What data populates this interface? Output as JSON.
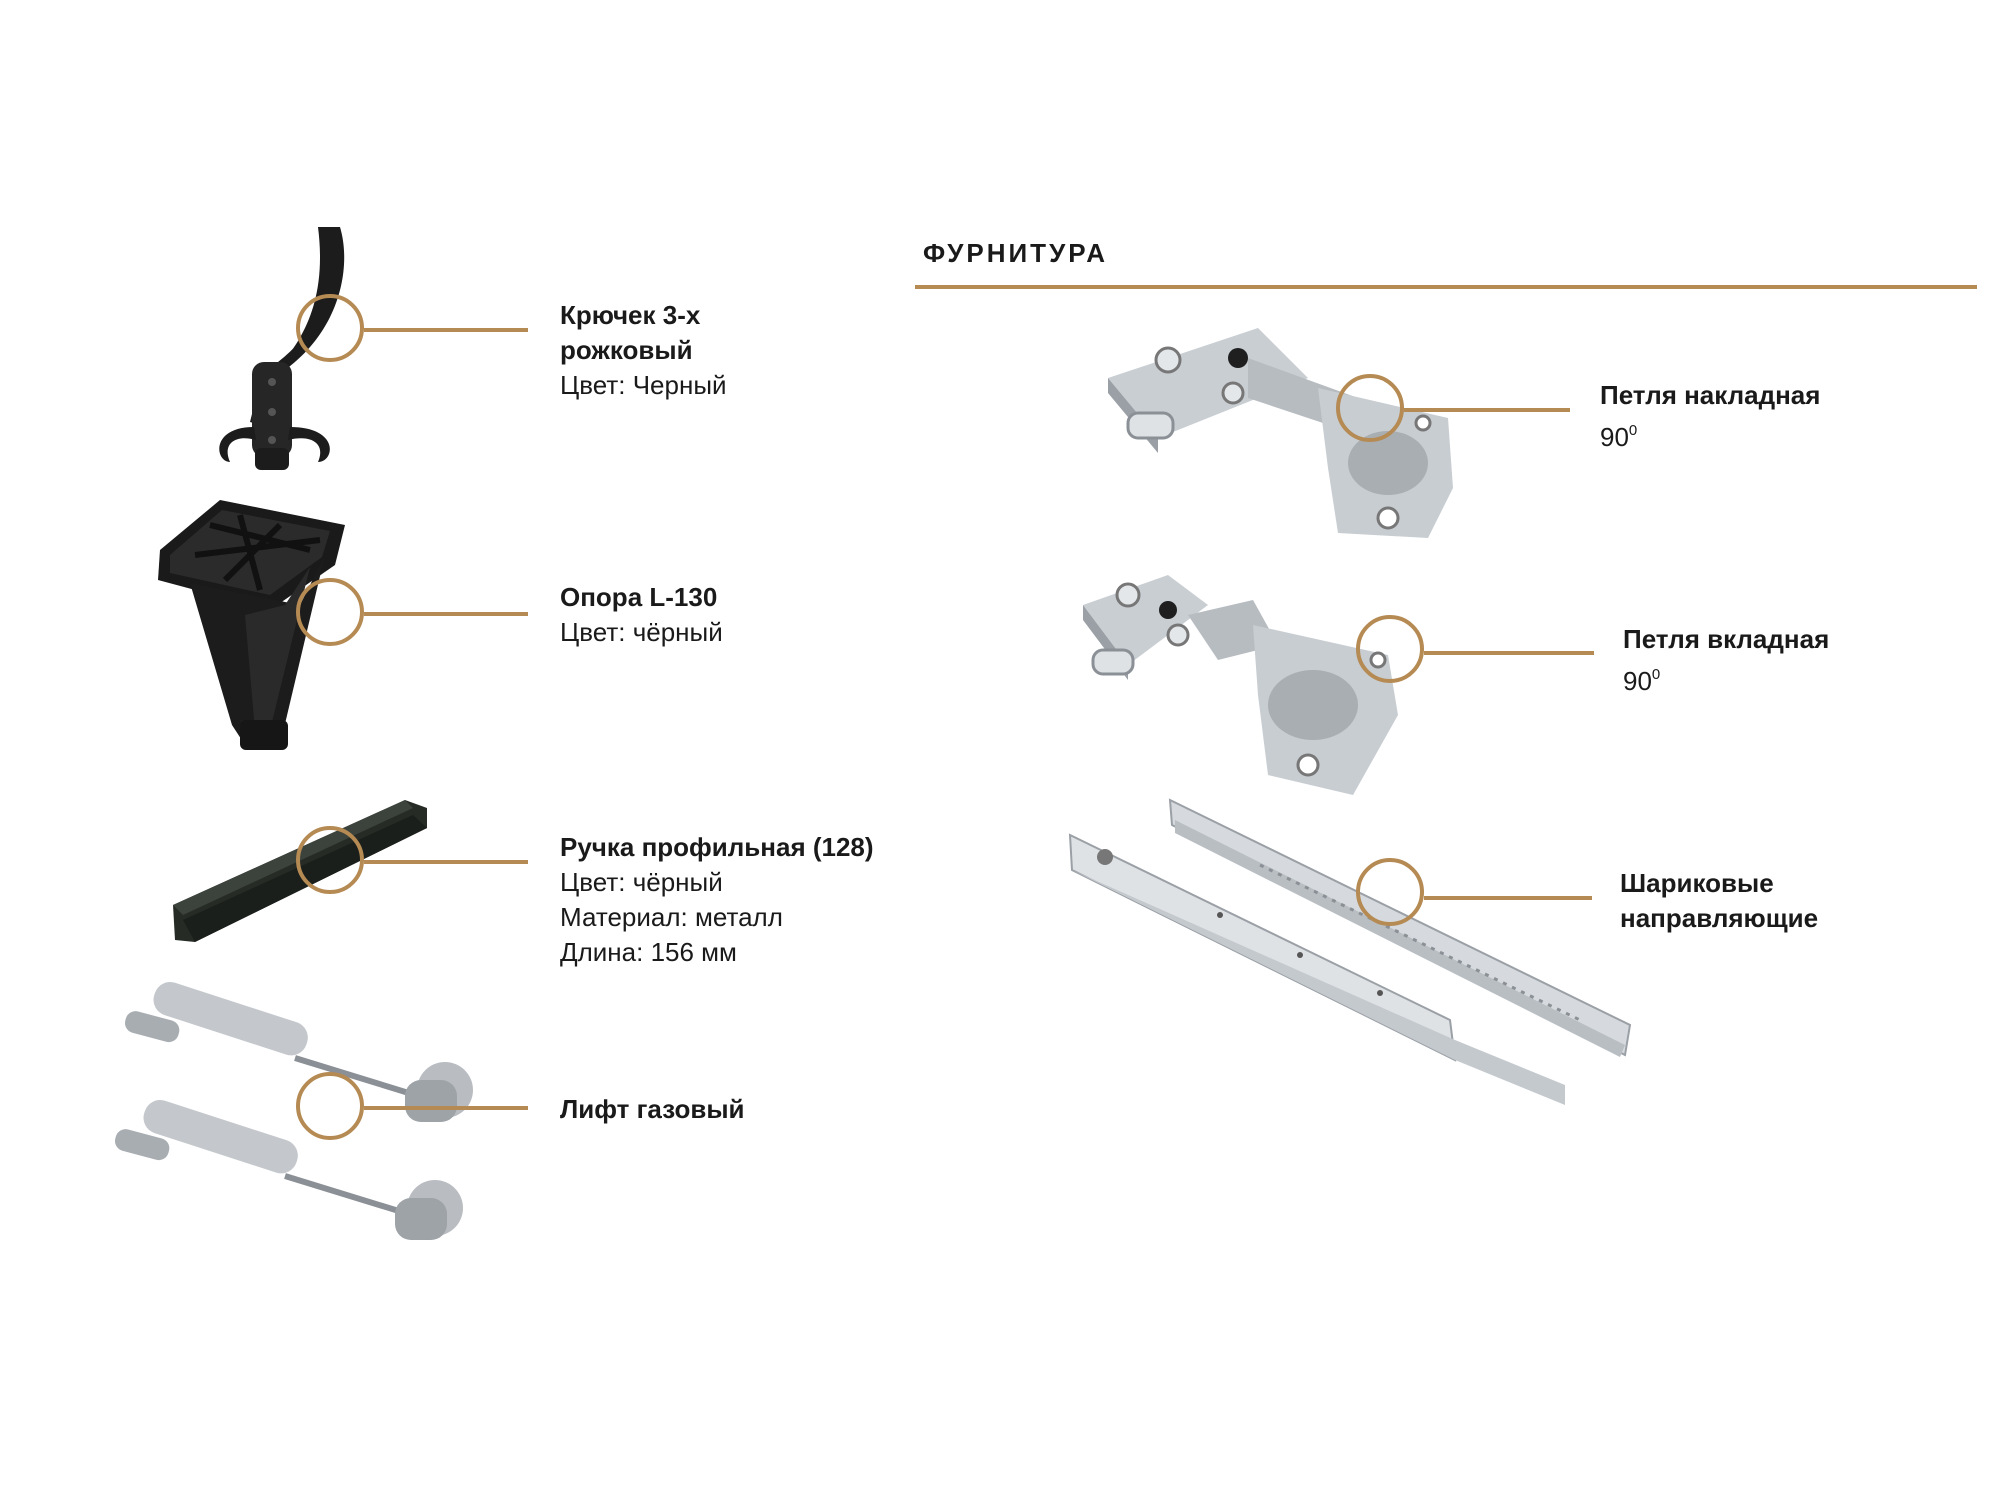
{
  "section_title": "ФУРНИТУРА",
  "items": [
    {
      "name": "Крючек 3-х рожковый",
      "lines": [
        "Цвет: Черный"
      ]
    },
    {
      "name": "Опора L-130",
      "lines": [
        "Цвет: чёрный"
      ]
    },
    {
      "name": "Ручка профильная (128)",
      "lines": [
        "Цвет: чёрный",
        "Материал: металл",
        "Длина: 156 мм"
      ]
    },
    {
      "name": "Лифт газовый",
      "lines": []
    },
    {
      "name": "Петля накладная",
      "lines": [
        "90"
      ],
      "degree": "0"
    },
    {
      "name": "Петля вкладная",
      "lines": [
        "90"
      ],
      "degree": "0"
    },
    {
      "name": "Шариковые направляющие",
      "lines": []
    }
  ],
  "colors": {
    "accent": "#b58a53",
    "text": "#1a1a1a",
    "black_part": "#1c1c1c",
    "metal": "#c7ccd1"
  },
  "icons": [
    "coat-hook-photo",
    "furniture-leg-photo",
    "profile-handle-photo",
    "gas-lift-photo",
    "overlay-hinge-photo",
    "inset-hinge-photo",
    "ball-bearing-slide-photo"
  ]
}
